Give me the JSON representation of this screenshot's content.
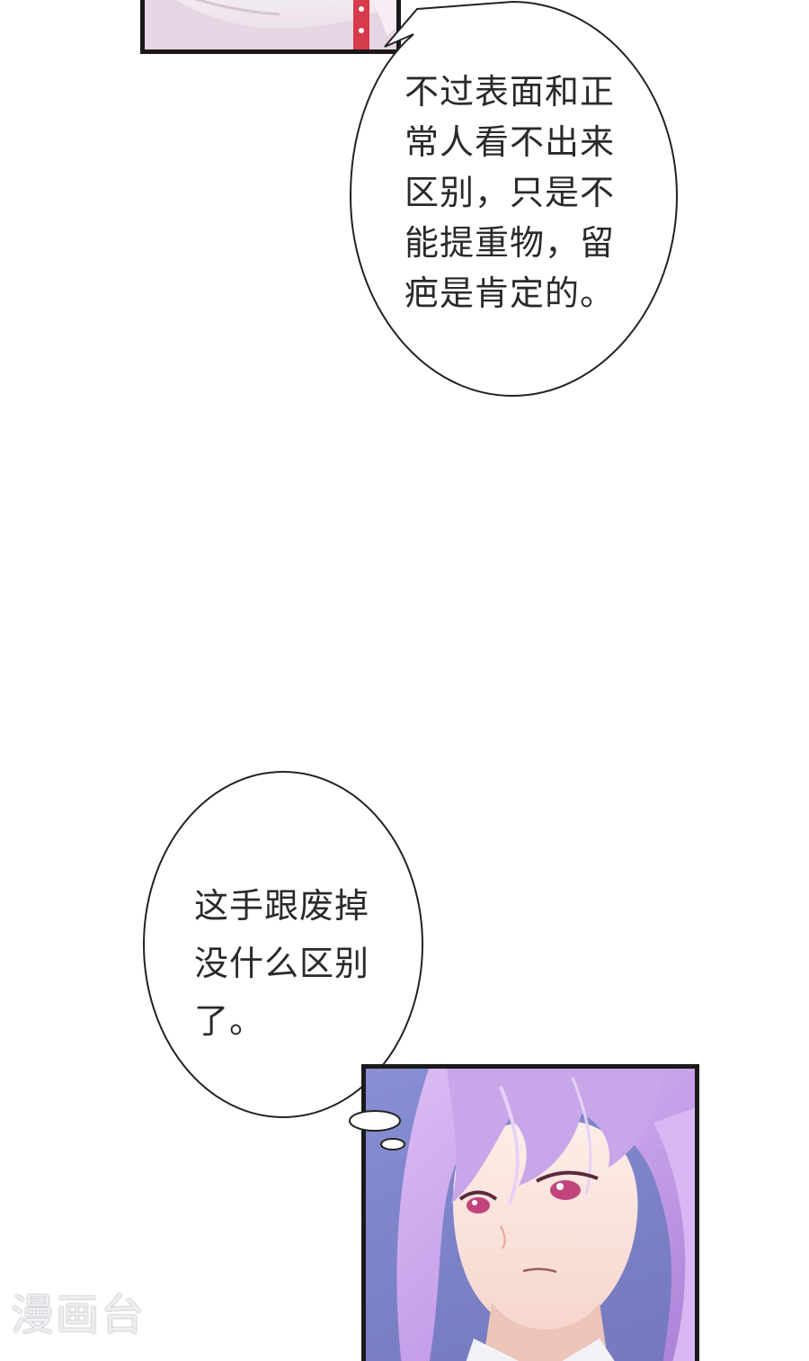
{
  "bubbles": [
    {
      "text": "不过表面和正\n常人看不出来\n区别，只是不\n能提重物，留\n疤是肯定的。"
    },
    {
      "text": "这手跟废掉\n没什么区别\n了。"
    }
  ],
  "watermark": {
    "text": "漫画台"
  },
  "colors": {
    "panel_border": "#1a1a1a",
    "hair": "#c9a6ea",
    "skin": "#fbe6df",
    "eye": "#c2447c",
    "background_blue": "#7f86cb"
  }
}
